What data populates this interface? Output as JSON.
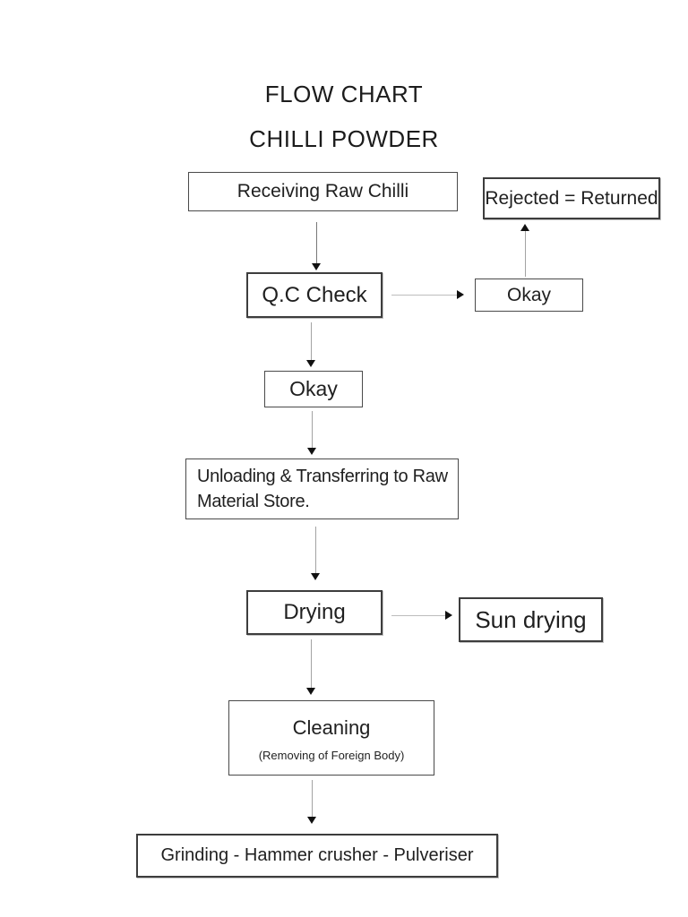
{
  "page_title": {
    "line1": "FLOW CHART",
    "line2": "CHILLI POWDER"
  },
  "nodes": {
    "receiving": {
      "label": "Receiving Raw Chilli"
    },
    "rejected": {
      "label": "Rejected = Returned"
    },
    "qc_check": {
      "label": "Q.C Check"
    },
    "okay_right": {
      "label": "Okay"
    },
    "okay_mid": {
      "label": "Okay"
    },
    "unloading": {
      "label": "Unloading & Transferring to Raw Material Store.",
      "lines": [
        "Unloading & Transferring to Raw",
        "Material Store."
      ]
    },
    "drying": {
      "label": "Drying"
    },
    "sun_drying": {
      "label": "Sun drying"
    },
    "cleaning": {
      "label": "Cleaning",
      "sublabel": "(Removing of Foreign Body)"
    },
    "grinding": {
      "label": "Grinding - Hammer crusher - Pulveriser"
    }
  },
  "edges": [
    {
      "from": "Receiving Raw Chilli",
      "to": "Q.C Check",
      "direction": "down"
    },
    {
      "from": "Q.C Check",
      "to": "Okay",
      "direction": "right"
    },
    {
      "from": "Okay",
      "to": "Rejected = Returned",
      "direction": "up"
    },
    {
      "from": "Q.C Check",
      "to": "Okay",
      "direction": "down"
    },
    {
      "from": "Okay",
      "to": "Unloading & Transferring to Raw Material Store.",
      "direction": "down"
    },
    {
      "from": "Unloading & Transferring to Raw Material Store.",
      "to": "Drying",
      "direction": "down"
    },
    {
      "from": "Drying",
      "to": "Sun drying",
      "direction": "right"
    },
    {
      "from": "Drying",
      "to": "Cleaning",
      "direction": "down"
    },
    {
      "from": "Cleaning",
      "to": "Grinding - Hammer crusher - Pulveriser",
      "direction": "down"
    }
  ],
  "colors": {
    "background": "#ffffff",
    "text": "#1f1f1f",
    "box_border": "#3d3d3d",
    "arrow_line": "#a3a3a3",
    "arrow_head": "#111111"
  }
}
